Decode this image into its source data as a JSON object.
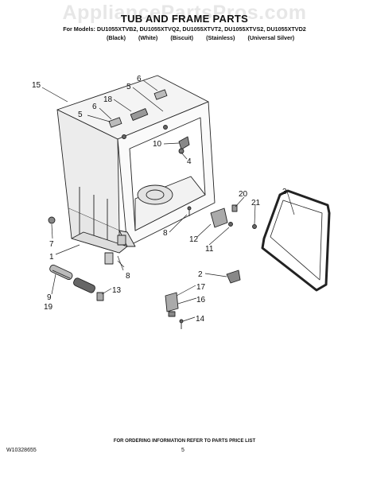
{
  "watermark": "AppliancePartsPros.com",
  "header": {
    "title": "TUB AND FRAME PARTS",
    "models": "For Models: DU1055XTVB2, DU1055XTVQ2, DU1055XTVT2, DU1055XTVS2, DU1055XTVD2",
    "variants": [
      "(Black)",
      "(White)",
      "(Biscuit)",
      "(Stainless)",
      "(Universal Silver)"
    ]
  },
  "callouts": {
    "c15": "15",
    "c5a": "5",
    "c6a": "6",
    "c6b": "6",
    "c18": "18",
    "c5b": "5",
    "c10": "10",
    "c4": "4",
    "c7": "7",
    "c1": "1",
    "c8a": "8",
    "c12": "12",
    "c11": "11",
    "c20": "20",
    "c21": "21",
    "c3": "3",
    "c8b": "8",
    "c9": "9",
    "c19": "19",
    "c13": "13",
    "c2": "2",
    "c17": "17",
    "c16": "16",
    "c14": "14"
  },
  "footer": {
    "note": "FOR ORDERING INFORMATION REFER TO PARTS PRICE LIST",
    "doc_number": "W10328655",
    "page": "5"
  }
}
